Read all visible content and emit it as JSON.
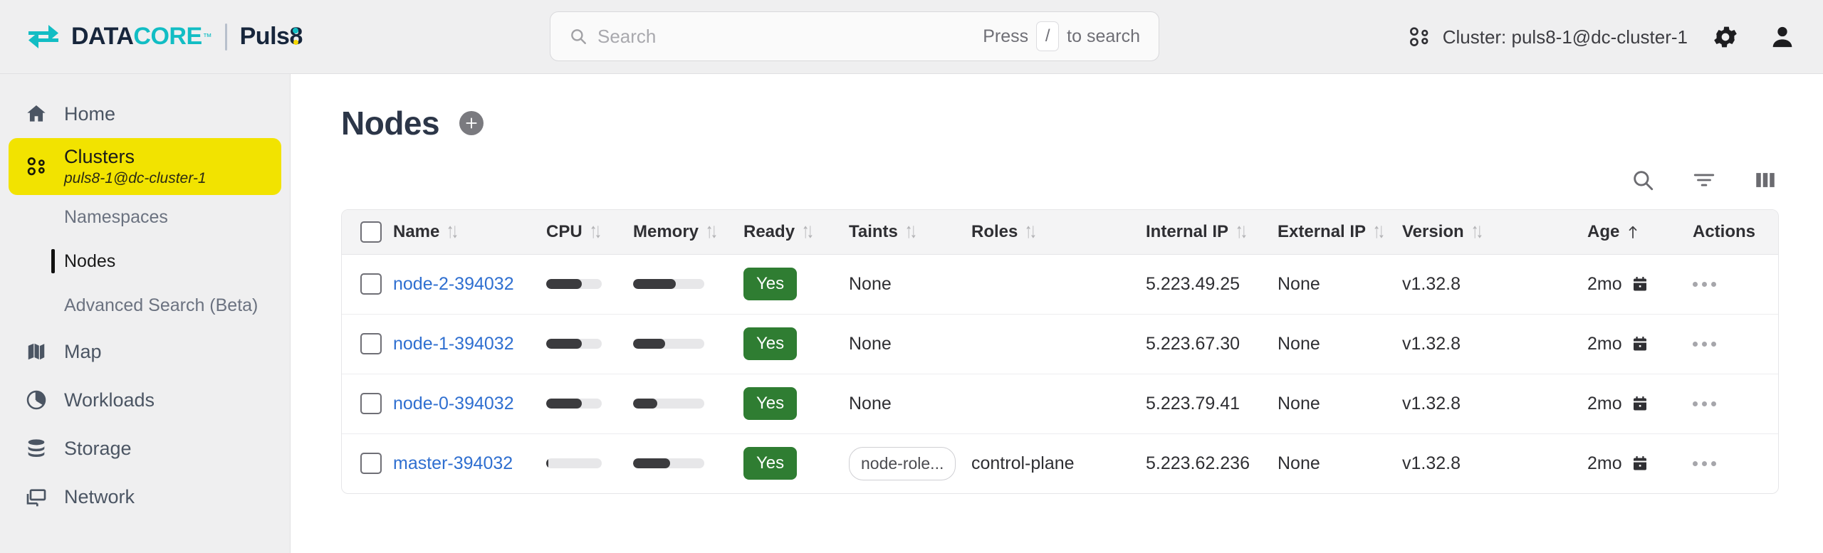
{
  "brand": {
    "data": "DATA",
    "core": "CORE",
    "tm": "™",
    "product": "Puls",
    "product_suffix": "8"
  },
  "search": {
    "value": "",
    "placeholder": "Search",
    "hint_prefix": "Press",
    "hint_key": "/",
    "hint_suffix": "to search",
    "icon": "search-icon"
  },
  "topbar": {
    "cluster_label": "Cluster: puls8-1@dc-cluster-1",
    "cluster_icon": "cluster-nodes-icon",
    "settings_icon": "gear-icon",
    "account_icon": "user-icon"
  },
  "sidebar": {
    "items": [
      {
        "label": "Home",
        "icon": "home-icon",
        "active": false
      },
      {
        "label": "Clusters",
        "sublabel": "puls8-1@dc-cluster-1",
        "icon": "cluster-nodes-icon",
        "active": true
      },
      {
        "label": "Map",
        "icon": "map-icon",
        "active": false
      },
      {
        "label": "Workloads",
        "icon": "pie-chart-icon",
        "active": false
      },
      {
        "label": "Storage",
        "icon": "database-icon",
        "active": false
      },
      {
        "label": "Network",
        "icon": "network-icon",
        "active": false
      }
    ],
    "subitems": [
      {
        "label": "Namespaces",
        "current": false
      },
      {
        "label": "Nodes",
        "current": true
      },
      {
        "label": "Advanced Search (Beta)",
        "current": false
      }
    ]
  },
  "page": {
    "title": "Nodes",
    "add_icon": "plus-circle-icon"
  },
  "toolbar": {
    "search_icon": "search-icon",
    "filter_icon": "filter-icon",
    "columns_icon": "columns-icon"
  },
  "table": {
    "columns": [
      {
        "key": "check",
        "label": "",
        "sortable": false
      },
      {
        "key": "name",
        "label": "Name",
        "sortable": true
      },
      {
        "key": "cpu",
        "label": "CPU",
        "sortable": true
      },
      {
        "key": "memory",
        "label": "Memory",
        "sortable": true
      },
      {
        "key": "ready",
        "label": "Ready",
        "sortable": true
      },
      {
        "key": "taints",
        "label": "Taints",
        "sortable": true
      },
      {
        "key": "roles",
        "label": "Roles",
        "sortable": true
      },
      {
        "key": "internal_ip",
        "label": "Internal IP",
        "sortable": true
      },
      {
        "key": "external_ip",
        "label": "External IP",
        "sortable": true
      },
      {
        "key": "version",
        "label": "Version",
        "sortable": true
      },
      {
        "key": "age",
        "label": "Age",
        "sorted": "asc"
      },
      {
        "key": "actions",
        "label": "Actions",
        "sortable": false
      }
    ],
    "rows": [
      {
        "checked": false,
        "name": "node-2-394032",
        "cpu_pct": 64,
        "memory_pct": 60,
        "ready": "Yes",
        "taints": "None",
        "taint_badge": null,
        "roles": "",
        "internal_ip": "5.223.49.25",
        "external_ip": "None",
        "version": "v1.32.8",
        "age": "2mo",
        "actions": "…"
      },
      {
        "checked": false,
        "name": "node-1-394032",
        "cpu_pct": 64,
        "memory_pct": 45,
        "ready": "Yes",
        "taints": "None",
        "taint_badge": null,
        "roles": "",
        "internal_ip": "5.223.67.30",
        "external_ip": "None",
        "version": "v1.32.8",
        "age": "2mo",
        "actions": "…"
      },
      {
        "checked": false,
        "name": "node-0-394032",
        "cpu_pct": 64,
        "memory_pct": 34,
        "ready": "Yes",
        "taints": "None",
        "taint_badge": null,
        "roles": "",
        "internal_ip": "5.223.79.41",
        "external_ip": "None",
        "version": "v1.32.8",
        "age": "2mo",
        "actions": "…"
      },
      {
        "checked": false,
        "name": "master-394032",
        "cpu_pct": 4,
        "memory_pct": 52,
        "ready": "Yes",
        "taints": "",
        "taint_badge": "node-role...",
        "roles": "control-plane",
        "internal_ip": "5.223.62.236",
        "external_ip": "None",
        "version": "v1.32.8",
        "age": "2mo",
        "actions": "…"
      }
    ]
  },
  "colors": {
    "brand_teal": "#12bdc4",
    "brand_navy": "#17263c",
    "accent_yellow": "#f2e300",
    "link_blue": "#2f6fd0",
    "ready_green": "#2f7d32",
    "header_bg": "#efeff0"
  }
}
